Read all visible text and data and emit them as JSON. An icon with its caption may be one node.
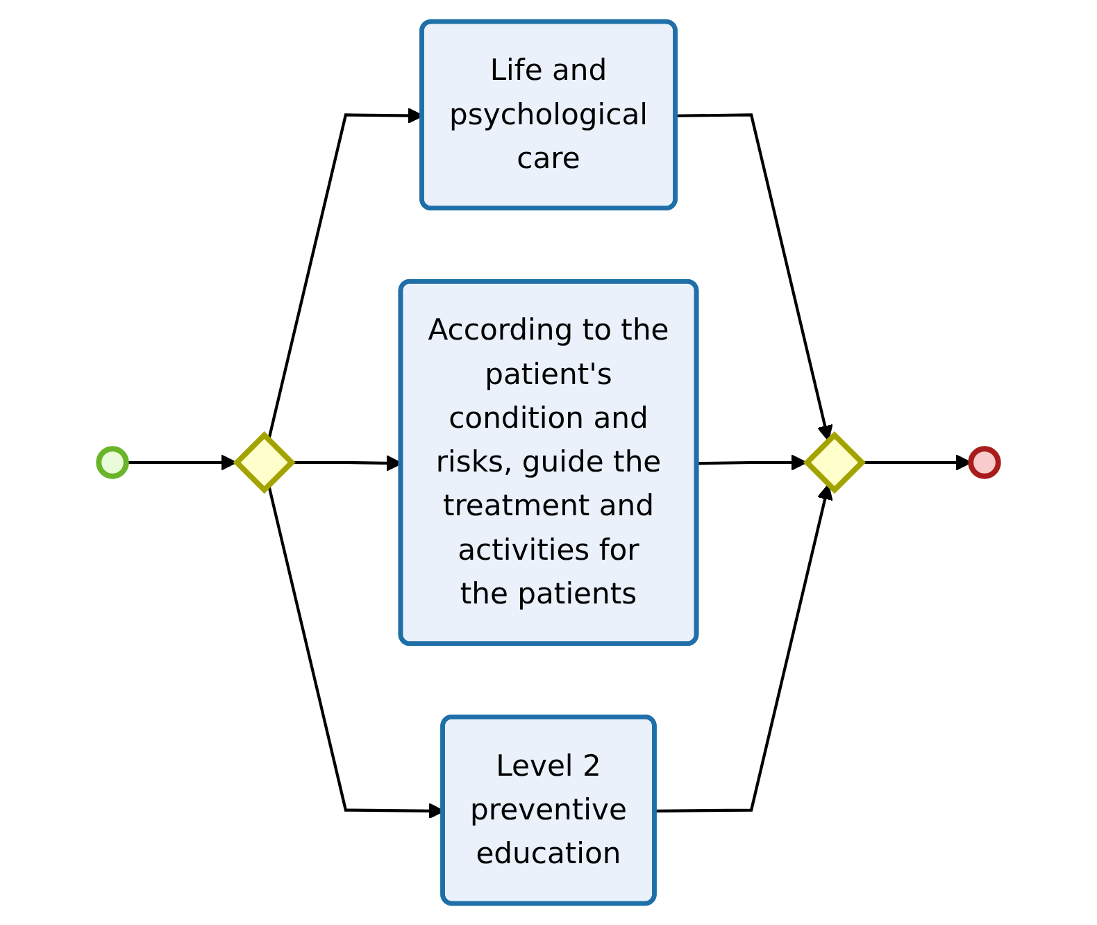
{
  "diagram": {
    "nodes": [
      {
        "text": [],
        "shape": "circle"
      },
      {
        "text": [],
        "shape": "diamond"
      },
      {
        "text": [
          "Life and psychological care"
        ]
      },
      {
        "text": [
          "According to the patient's condition and risks, guide the treatment and activities for the patients"
        ]
      },
      {
        "text": [
          "Level 2 preventive education"
        ]
      },
      {
        "text": [],
        "shape": "diamond"
      },
      {
        "text": [],
        "shape": "circle"
      }
    ],
    "edges": [
      {
        "from": 0,
        "to": 1,
        "arrow": "to"
      },
      {
        "from": 1,
        "to": 2,
        "arrow": "to"
      },
      {
        "from": 1,
        "to": 3,
        "arrow": "to"
      },
      {
        "from": 1,
        "to": 4,
        "arrow": "to"
      },
      {
        "from": 2,
        "to": 5,
        "arrow": "to"
      },
      {
        "from": 3,
        "to": 5,
        "arrow": "to"
      },
      {
        "from": 4,
        "to": 5,
        "arrow": "to"
      },
      {
        "from": 5,
        "to": 6,
        "arrow": "to"
      }
    ]
  }
}
